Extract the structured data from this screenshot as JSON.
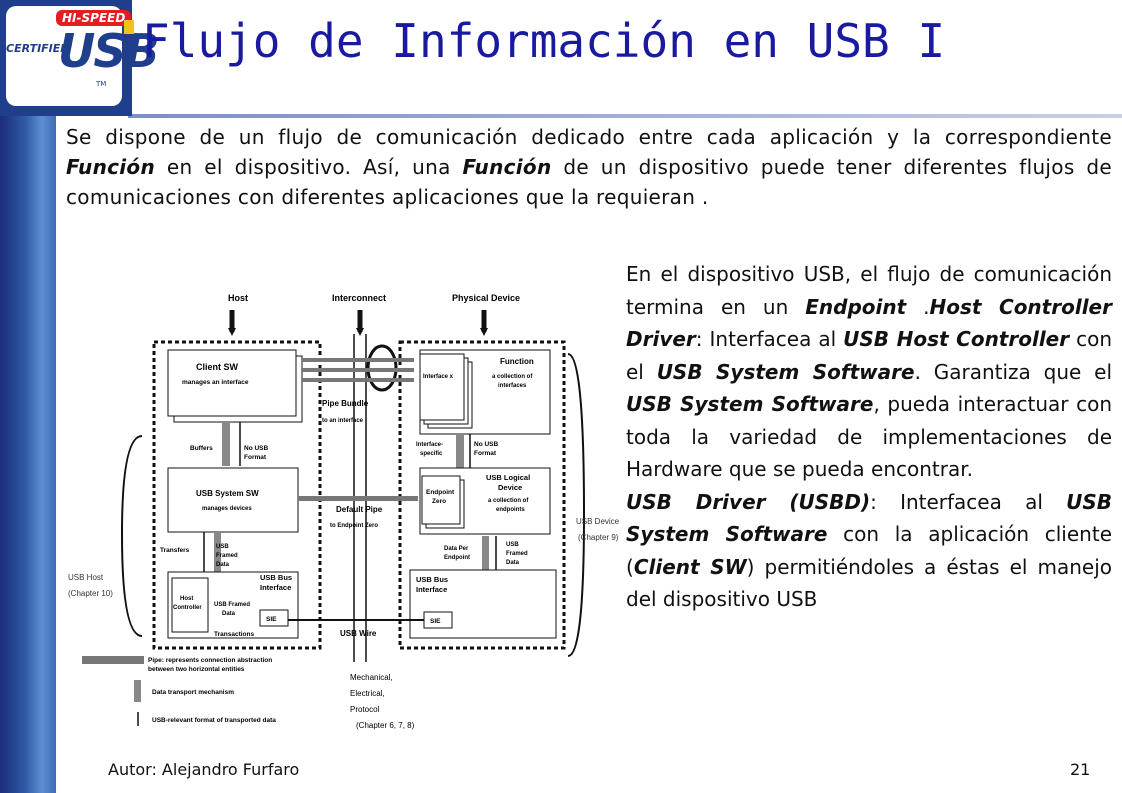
{
  "logo": {
    "hi_speed": "HI-SPEED",
    "certified": "CERTIFIED",
    "usb": "USB",
    "tm": "TM"
  },
  "title": "Flujo de Información en USB I",
  "intro": {
    "p1": "Se dispone de un flujo de comunicación dedicado entre cada aplicación y la correspondiente ",
    "b1": "Función",
    "p2": " en el dispositivo. Así, una ",
    "b2": "Función",
    "p3": " de un dispositivo puede tener diferentes flujos de comunicaciones con diferentes aplicaciones que la requieran ."
  },
  "side": {
    "a1": "En el dispositivo USB, el flujo de comunicación termina en un ",
    "b_endpoint": "Endpoint",
    "a2": " .",
    "b_hcd": "Host Controller Driver",
    "a3": ": Interfacea al ",
    "b_usbhc": "USB Host Controller",
    "a4": " con el ",
    "b_sys1": "USB System Software",
    "a5": ". Garantiza que el ",
    "b_sys2": "USB System Software",
    "a6": ", pueda interactuar con toda la variedad de implementaciones de Hardware que se pueda encontrar.",
    "b_usbd": "USB Driver (USBD)",
    "c1": ": Interfacea al ",
    "b_sys3": "USB System Software",
    "c2": " con la aplicación cliente (",
    "b_client": "Client SW",
    "c3": ") permitiéndoles a éstas el manejo del dispositivo USB"
  },
  "diagram": {
    "host": "Host",
    "interconnect": "Interconnect",
    "physical_device": "Physical Device",
    "client_sw": "Client SW",
    "manages_interface": "manages an interface",
    "pipe_bundle": "Pipe Bundle",
    "to_an_interface": "to an interface",
    "function": "Function",
    "collection_of": "a collection of",
    "interfaces": "interfaces",
    "interface_x": "Interface x",
    "buffers": "Buffers",
    "no_usb": "No USB",
    "format": "Format",
    "interface_specific_1": "Interface-",
    "interface_specific_2": "specific",
    "usb_system_sw": "USB System SW",
    "manages_devices": "manages devices",
    "default_pipe": "Default Pipe",
    "to_endpoint_zero": "to Endpoint Zero",
    "usb_logical": "USB Logical",
    "device": "Device",
    "collection_endpoints_1": "a collection of",
    "collection_endpoints_2": "endpoints",
    "endpoint": "Endpoint",
    "zero": "Zero",
    "transfers": "Transfers",
    "usb_framed_1": "USB",
    "usb_framed_2": "Framed",
    "usb_framed_3": "Data",
    "usb_device": "USB Device",
    "chapter9": "(Chapter 9)",
    "data_per_1": "Data Per",
    "data_per_2": "Endpoint",
    "usb_host": "USB Host",
    "chapter10": "(Chapter 10)",
    "host_controller_1": "Host",
    "host_controller_2": "Controller",
    "usb_bus": "USB Bus",
    "interface_word": "Interface",
    "usb_framed_data_a": "USB Framed",
    "usb_framed_data_b": "Data",
    "sie": "SIE",
    "transactions": "Transactions",
    "usb_wire": "USB Wire",
    "legend_pipe_1": "Pipe:  represents connection abstraction",
    "legend_pipe_2": "between two horizontal entities",
    "legend_data": "Data transport mechanism",
    "legend_format": "USB-relevant format of transported data",
    "mechanical": "Mechanical,",
    "electrical": "Electrical,",
    "protocol": "Protocol",
    "chapters": "(Chapter 6, 7, 8)"
  },
  "footer": {
    "author": "Autor: Alejandro Furfaro",
    "page": "21"
  }
}
